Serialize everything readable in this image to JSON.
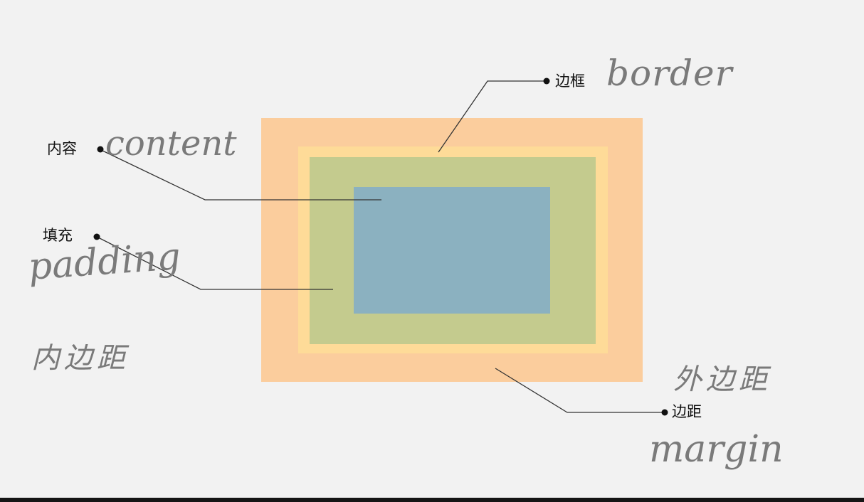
{
  "colors": {
    "background": "#f2f2f2",
    "margin": "#fbcd9d",
    "border": "#fedb98",
    "padding": "#c4cb8e",
    "content": "#8bb1c0",
    "leader_line": "#333333",
    "handwriting": "#7a7a7a"
  },
  "labels": {
    "border": "边框",
    "content": "内容",
    "padding": "填充",
    "margin": "边距"
  },
  "handwritten": {
    "border": "border",
    "content": "content",
    "padding": "padding",
    "padding_cn": "内边距",
    "margin_cn": "外边距",
    "margin": "margin"
  }
}
